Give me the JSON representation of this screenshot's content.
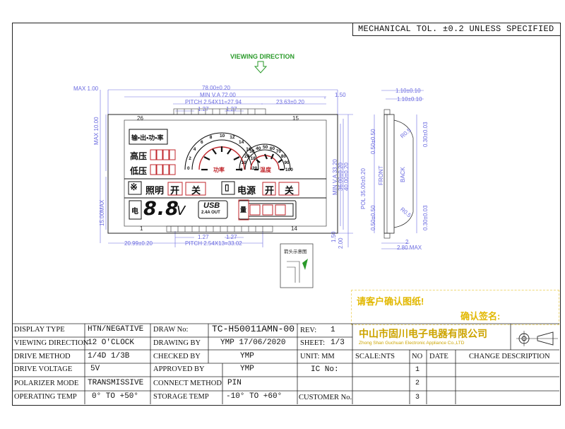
{
  "header": {
    "tolerance_note": "MECHANICAL TOL. ±0.2 UNLESS SPECIFIED"
  },
  "drawing": {
    "viewing_direction": "VIEWING DIRECTION",
    "pin_left_top": "26",
    "pin_right_top": "15",
    "pin_left_bottom": "1",
    "pin_right_bottom": "14",
    "dims": {
      "max_100": "MAX 1.00",
      "width_78": "78.00±0.20",
      "min_va_72": "MIN V.A 72.00",
      "pitch_top": "PITCH 2.54X11=27.94",
      "w_2363": "23.63±0.20",
      "gap_150_top": "1.50",
      "w_127_a": "1.27",
      "w_127_b": "1.27",
      "max_1000": "MAX 10.00",
      "h_1500": "15.00MAX",
      "min_va_332": "MIN V.A 33.20",
      "h_3600": "36.00±0.20",
      "h_4000": "40.00±0.20",
      "gap_150_bottom": "1.50",
      "h_200": "2.00",
      "w_2099": "20.99±0.20",
      "w_127_c": "1.27",
      "w_127_d": "1.27",
      "pitch_bottom": "PITCH 2.54X13=33.02",
      "side_110": "1.10±0.10",
      "side_110b": "1.10±0.10",
      "side_050a": "0.50±0.50",
      "side_030": "0.30±0.03",
      "side_pol": "POL 35.00±0.20",
      "side_050b": "0.50±0.50",
      "side_030b": "0.30±0.03",
      "side_2": "2",
      "side_280": "2.80 MAX",
      "r1": "R0.5",
      "r2": "R0.5",
      "front": "FRONT",
      "back": "BACK",
      "detail": "箭头示意图"
    },
    "lcd": {
      "title_box": "输•出•功•率",
      "high_v": "高压",
      "low_v": "低压",
      "mode_left": "功率",
      "mode_right": "温度",
      "light_icon": "※",
      "light_label": "照明",
      "light_on": "开",
      "light_off": "关",
      "power_icon": "▯",
      "power_label": "电源",
      "power_on": "开",
      "power_off": "关",
      "voltage_digits": "8.8",
      "voltage_unit": "V",
      "usb_label": "USB",
      "usb_sub": "2.4A OUT",
      "left_icon": "电",
      "right_icon": "量",
      "scale_left": [
        "0",
        "2",
        "4",
        "6",
        "8",
        "10",
        "12",
        "14",
        "16",
        "18",
        "20"
      ],
      "scale_right": [
        "0",
        "10",
        "20",
        "30",
        "40",
        "50",
        "60",
        "70",
        "80",
        "90",
        "100"
      ]
    }
  },
  "stamp": {
    "line1": "请客户确认图纸!",
    "line2": "确认签名:"
  },
  "title_block": {
    "left_rows": [
      {
        "label": "DISPLAY TYPE",
        "value": "HTN/NEGATIVE"
      },
      {
        "label": "VIEWING DIRECTION",
        "value": "12 O'CLOCK"
      },
      {
        "label": "DRIVE METHOD",
        "value": "1/4D   1/3B"
      },
      {
        "label": "DRIVE VOLTAGE",
        "value": "5V"
      },
      {
        "label": "POLARIZER MODE",
        "value": "TRANSMISSIVE"
      },
      {
        "label": "OPERATING TEMP",
        "value": "0°  TO  +50°"
      }
    ],
    "mid_rows": [
      {
        "label": "DRAW No:",
        "value": "TC-H50011AMN-00"
      },
      {
        "label": "DRAWING BY",
        "value": "YMP   17/06/2020"
      },
      {
        "label": "CHECKED BY",
        "value": "YMP"
      },
      {
        "label": "APPROVED BY",
        "value": "YMP"
      },
      {
        "label": "CONNECT METHOD",
        "value": "PIN"
      },
      {
        "label": "STORAGE TEMP",
        "value": "-10°  TO  +60°"
      }
    ],
    "rev_label": "REV:",
    "rev_value": "1",
    "sheet_label": "SHEET:",
    "sheet_value": "1/3",
    "unit_label": "UNIT: MM",
    "ic_label": "IC No:",
    "customer_label": "CUSTOMER No.",
    "company_cn": "中山市固川电子电器有限公司",
    "company_en": "Zhong Shan Guchuan Electronic Appliance Co.,LTD",
    "scale_label": "SCALE:NTS",
    "col_no": "NO",
    "col_date": "DATE",
    "col_change": "CHANGE DESCRIPTION",
    "rev_rows": [
      "1",
      "2",
      "3"
    ]
  },
  "colors": {
    "dim": "#6a6ae0",
    "lcd_red": "#c0262b",
    "stamp": "#e2b800",
    "company": "#cca400"
  }
}
